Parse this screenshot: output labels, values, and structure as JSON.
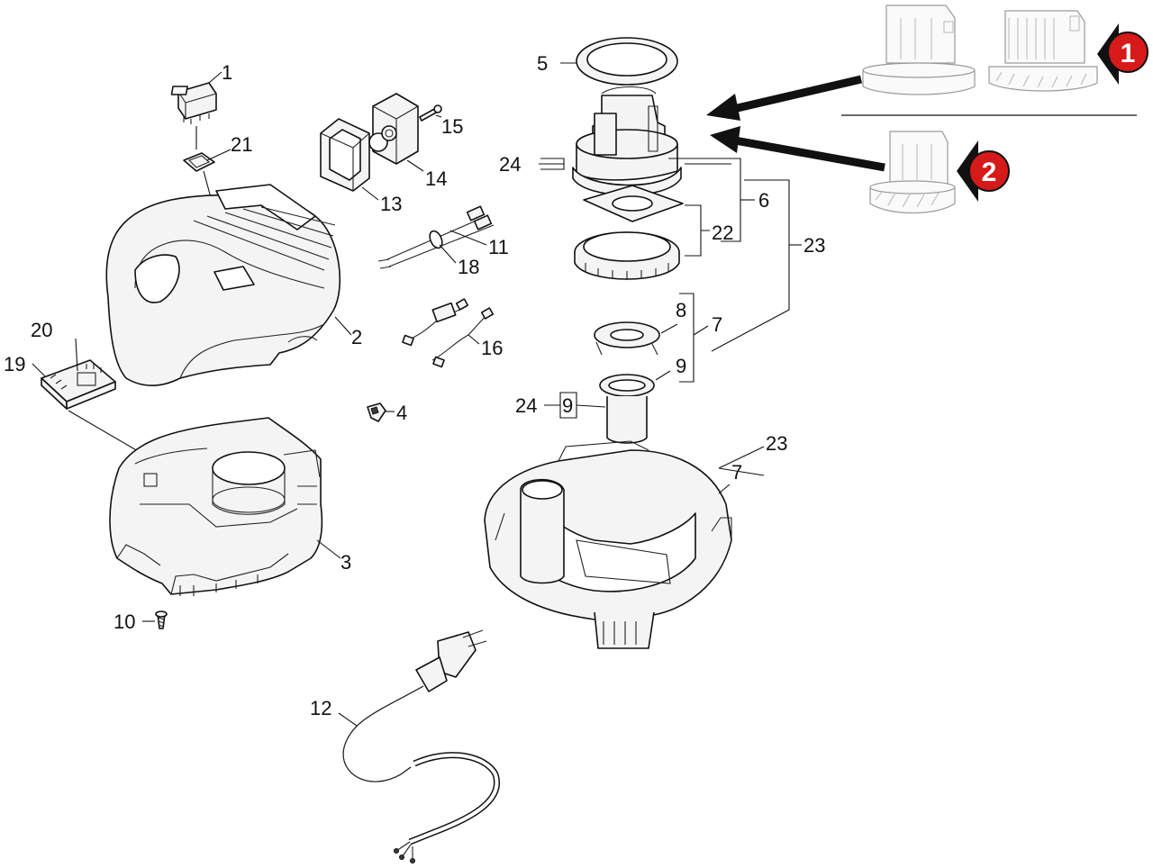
{
  "callouts": {
    "c1": "1",
    "c2": "2",
    "c3": "3",
    "c4": "4",
    "c5": "5",
    "c6": "6",
    "c7a": "7",
    "c7b": "7",
    "c8": "8",
    "c9a": "9",
    "c9b": "9",
    "c10": "10",
    "c11": "11",
    "c12": "12",
    "c13": "13",
    "c14": "14",
    "c15": "15",
    "c16": "16",
    "c18": "18",
    "c19": "19",
    "c20": "20",
    "c21": "21",
    "c22": "22",
    "c23a": "23",
    "c23b": "23",
    "c24a": "24",
    "c24b": "24"
  },
  "variant_badges": {
    "b1": "1",
    "b2": "2"
  },
  "colors": {
    "badge_red": "#d61a1a",
    "line": "#111111",
    "ghost_line": "#9a9a9a"
  }
}
